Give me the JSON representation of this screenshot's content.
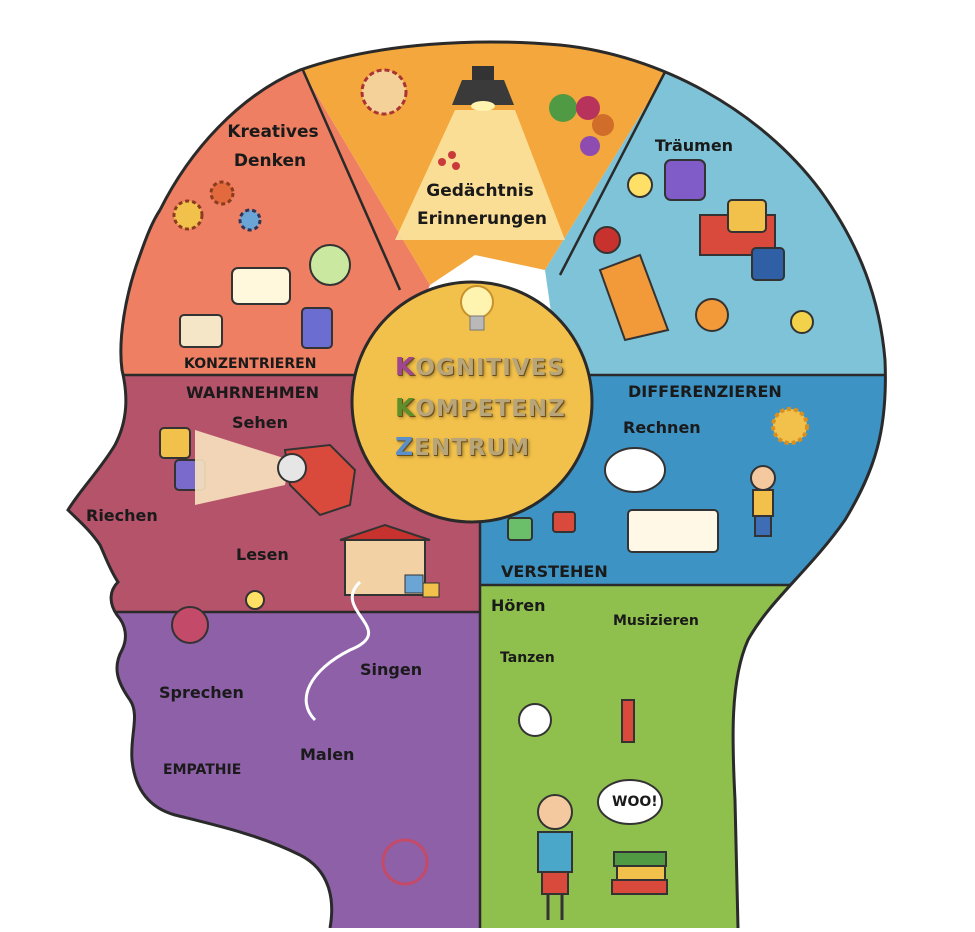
{
  "center": {
    "title_lines": [
      {
        "initial": "K",
        "rest": "OGNITIVES",
        "initial_color": "#a0468f"
      },
      {
        "initial": "K",
        "rest": "OMPETENZ",
        "initial_color": "#5f8f2a"
      },
      {
        "initial": "Z",
        "rest": "ENTRUM",
        "initial_color": "#5b8fc7"
      }
    ],
    "icon": "lightbulb-icon"
  },
  "regions": {
    "creative": {
      "title_line1": "Kreatives",
      "title_line2": "Denken",
      "footer": "KONZENTRIEREN",
      "color": "#ee7f62"
    },
    "memory": {
      "title_line1": "Gedächtnis",
      "title_line2": "Erinnerungen",
      "color": "#f3a73d"
    },
    "dreams": {
      "title": "Träumen",
      "color": "#7ec3d8"
    },
    "perception": {
      "header": "WAHRNEHMEN",
      "see": "Sehen",
      "smell": "Riechen",
      "read": "Lesen",
      "color": "#b5536a"
    },
    "math": {
      "header": "DIFFERENZIEREN",
      "calc": "Rechnen",
      "footer": "VERSTEHEN",
      "color": "#3d93c4"
    },
    "expression": {
      "speak": "Sprechen",
      "sing": "Singen",
      "paint": "Malen",
      "empathy": "EMPATHIE",
      "color": "#8d60a8"
    },
    "hearing": {
      "hear": "Hören",
      "music": "Musizieren",
      "dance": "Tanzen",
      "speech_bubble": "WOO!",
      "color": "#8fbf4c"
    }
  },
  "colors": {
    "outline": "#2a2a2a",
    "center_fill": "#f2c14b"
  }
}
